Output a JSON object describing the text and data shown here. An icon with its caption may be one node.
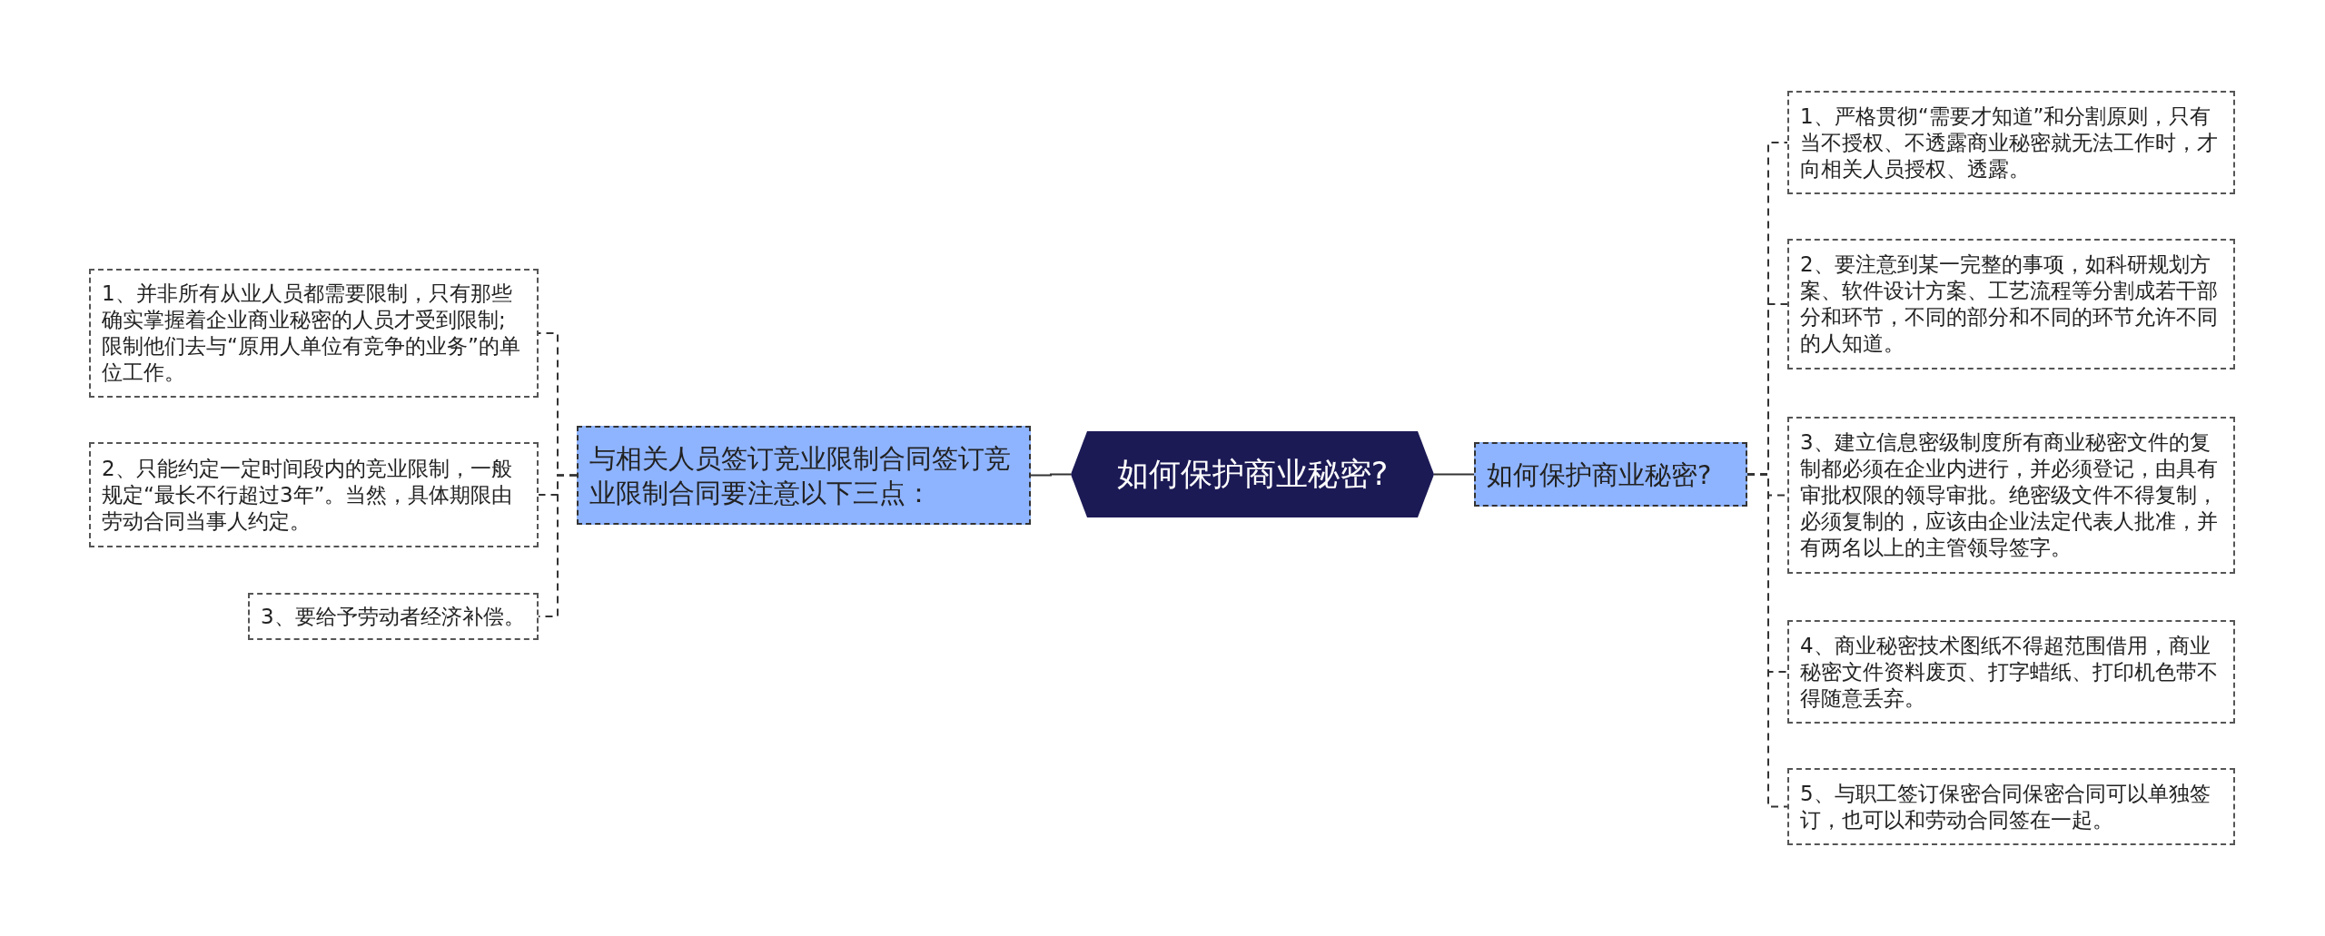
{
  "diagram": {
    "nodes": [
      {
        "text": [
          "如何保护商业秘密?"
        ]
      },
      {
        "text": [
          "与相关人员签订竞业限制合同签订竞业限制合同要注意以下三点："
        ]
      },
      {
        "text": [
          "1、并非所有从业人员都需要限制，只有那些确实掌握着企业商业秘密的人员才受到限制;限制他们去与“原用人单位有竞争的业务”的单位工作。"
        ]
      },
      {
        "text": [
          "2、只能约定一定时间段内的竞业限制，一般规定“最长不行超过3年”。当然，具体期限由劳动合同当事人约定。"
        ]
      },
      {
        "text": [
          "3、要给予劳动者经济补偿。"
        ]
      },
      {
        "text": [
          "如何保护商业秘密?"
        ]
      },
      {
        "text": [
          "1、严格贯彻“需要才知道”和分割原则，只有当不授权、不透露商业秘密就无法工作时，才向相关人员授权、透露。"
        ]
      },
      {
        "text": [
          "2、要注意到某一完整的事项，如科研规划方案、软件设计方案、工艺流程等分割成若干部分和环节，不同的部分和不同的环节允许不同的人知道。"
        ]
      },
      {
        "text": [
          "3、建立信息密级制度所有商业秘密文件的复制都必须在企业内进行，并必须登记，由具有审批权限的领导审批。绝密级文件不得复制，必须复制的，应该由企业法定代表人批准，并有两名以上的主管领导签字。"
        ]
      },
      {
        "text": [
          "4、商业秘密技术图纸不得超范围借用，商业秘密文件资料废页、打字蜡纸、打印机色带不得随意丢弃。"
        ]
      },
      {
        "text": [
          "5、与职工签订保密合同保密合同可以单独签订，也可以和劳动合同签在一起。"
        ]
      }
    ],
    "edges": [
      {
        "from": 0,
        "to": 1,
        "arrow": "none"
      },
      {
        "from": 1,
        "to": 2,
        "arrow": "none",
        "style": "dashed"
      },
      {
        "from": 1,
        "to": 3,
        "arrow": "none",
        "style": "dashed"
      },
      {
        "from": 1,
        "to": 4,
        "arrow": "none",
        "style": "dashed"
      },
      {
        "from": 0,
        "to": 5,
        "arrow": "none"
      },
      {
        "from": 5,
        "to": 6,
        "arrow": "none",
        "style": "dashed"
      },
      {
        "from": 5,
        "to": 7,
        "arrow": "none",
        "style": "dashed"
      },
      {
        "from": 5,
        "to": 8,
        "arrow": "none",
        "style": "dashed"
      },
      {
        "from": 5,
        "to": 9,
        "arrow": "none",
        "style": "dashed"
      },
      {
        "from": 5,
        "to": 10,
        "arrow": "none",
        "style": "dashed"
      }
    ]
  }
}
